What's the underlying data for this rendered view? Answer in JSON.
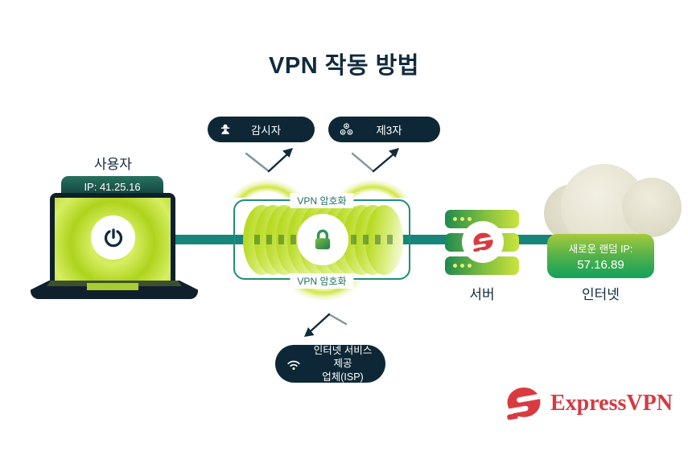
{
  "title": "VPN 작동 방법",
  "user": {
    "label": "사용자",
    "ip_tag": "IP: 41.25.16"
  },
  "threats": {
    "watcher": "감시자",
    "third_party": "제3자"
  },
  "tunnel": {
    "label_top": "VPN 암호화",
    "label_bottom": "VPN 암호화"
  },
  "server": {
    "label": "서버"
  },
  "internet": {
    "label": "인터넷",
    "new_ip_caption": "새로운 랜덤 IP:",
    "new_ip_value": "57.16.89"
  },
  "isp": {
    "line1": "인터넷 서비스 제공",
    "line2": "업체(ISP)"
  },
  "brand": {
    "name": "ExpressVPN"
  },
  "icons": {
    "watcher": "spy-icon",
    "third_party": "people-network-icon",
    "isp": "wifi-icon",
    "tunnel": "lock-icon",
    "user_screen": "power-icon",
    "server_badge": "expressvpn-icon",
    "brand": "expressvpn-icon"
  },
  "colors": {
    "navy": "#0d2737",
    "teal_line": "#17857c",
    "tunnel_border": "#1e8f74",
    "lime": "#bedd2b",
    "green": "#12a05c",
    "red": "#d93a40",
    "cream": "#eae7d6"
  }
}
